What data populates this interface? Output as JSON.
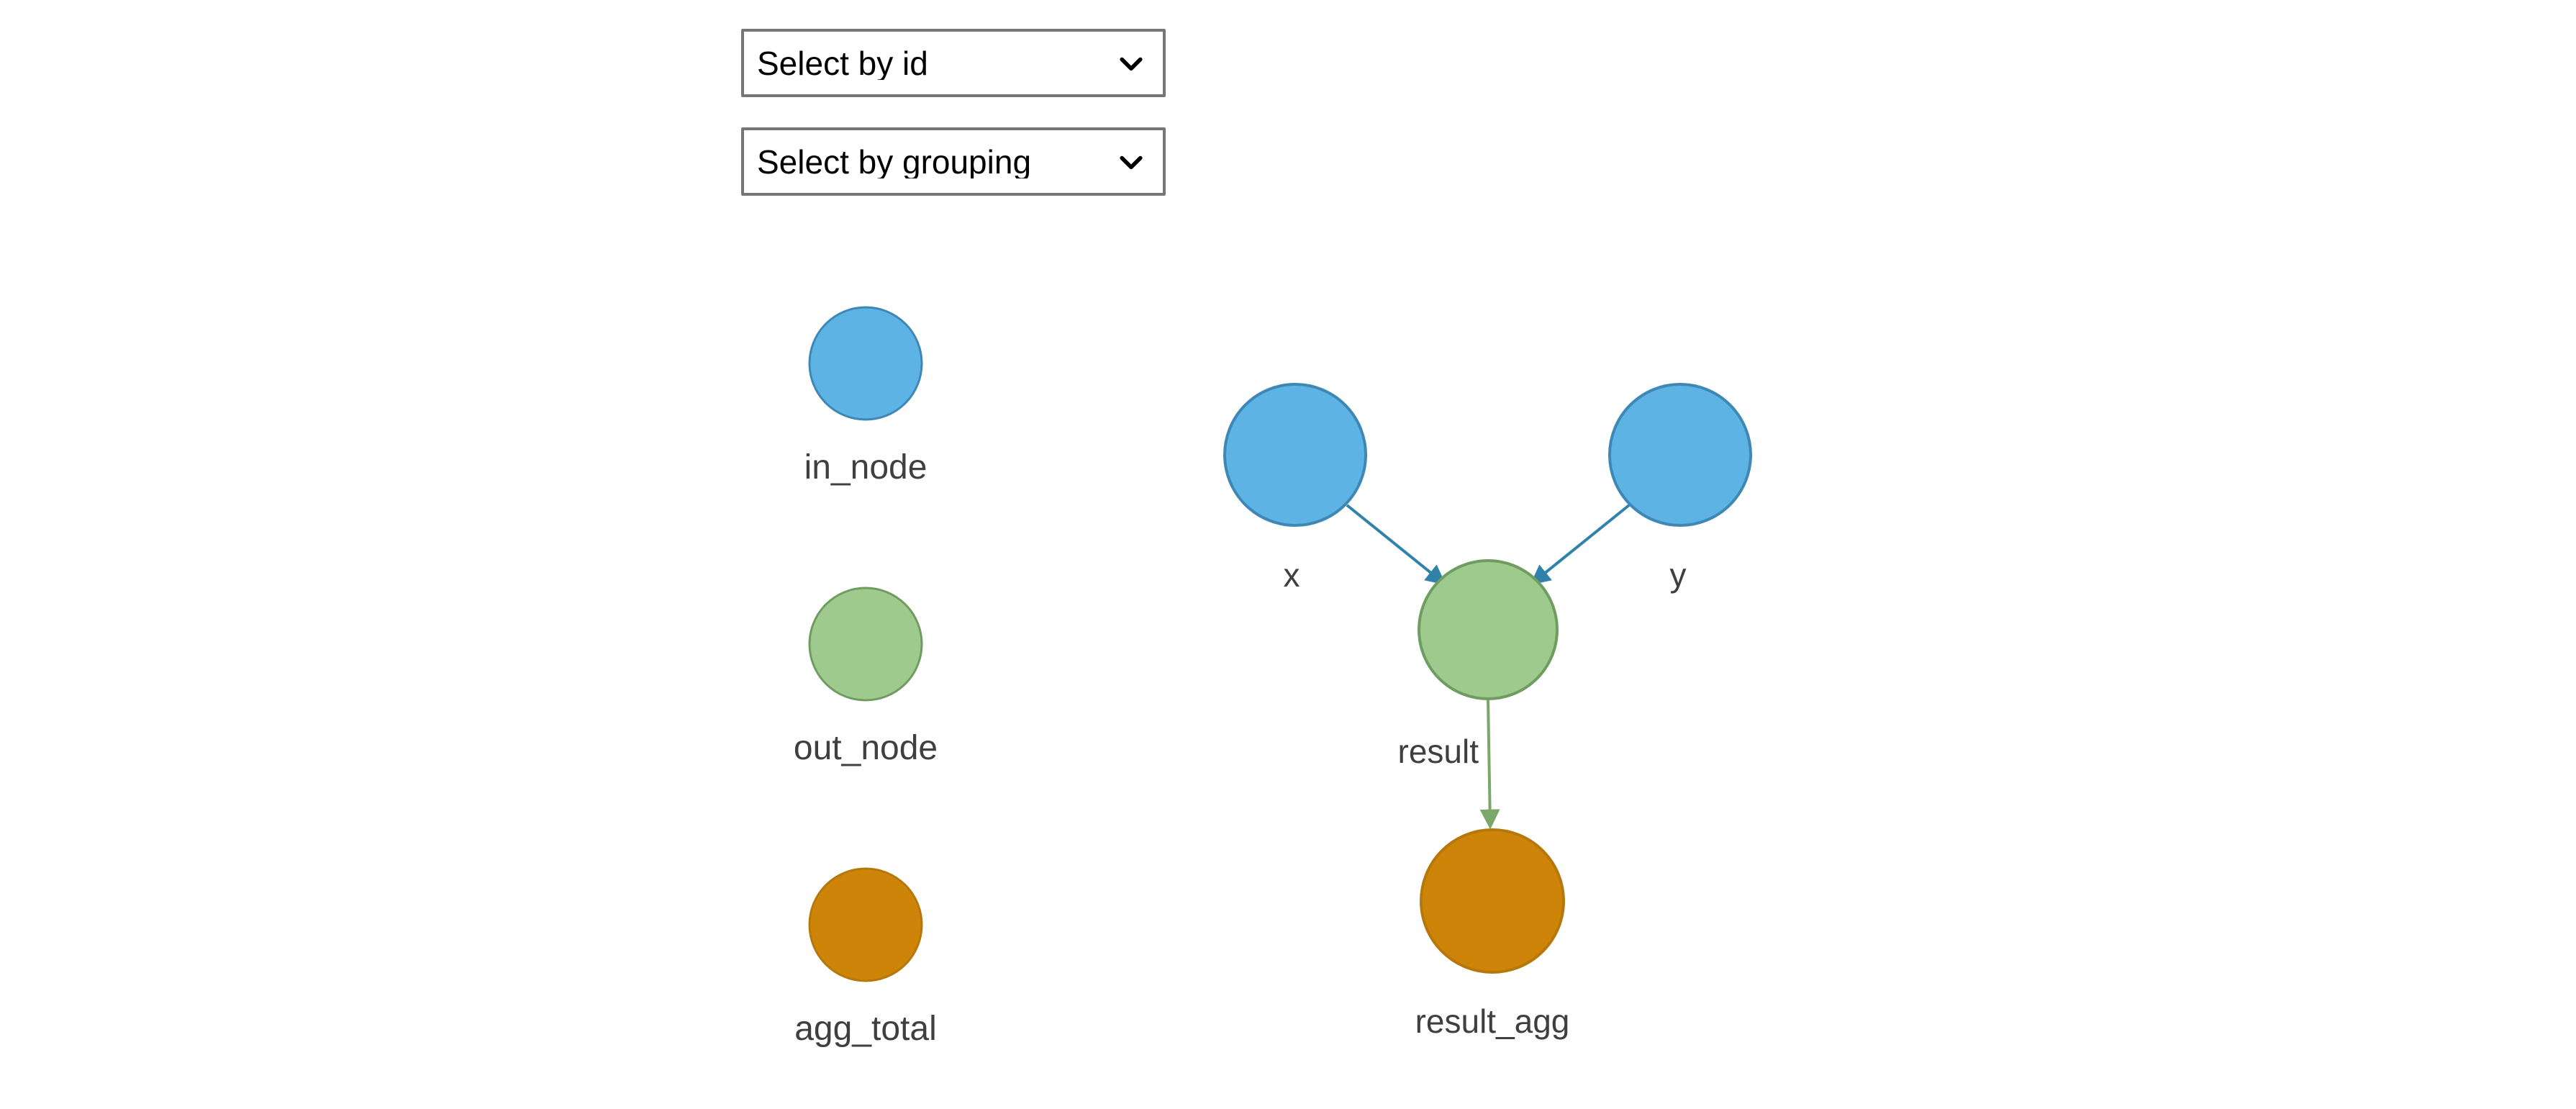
{
  "controls": {
    "selects": [
      {
        "name": "select-by-id",
        "value": "Select by id",
        "icon": "chevron-down-icon"
      },
      {
        "name": "select-by-grouping",
        "value": "Select by grouping",
        "icon": "chevron-down-icon"
      }
    ]
  },
  "legend": {
    "items": [
      {
        "label": "in_node",
        "color": "#5cb3e4",
        "stroke": "#3f87b5"
      },
      {
        "label": "out_node",
        "color": "#9ecb8d",
        "stroke": "#6f9c60"
      },
      {
        "label": "agg_total",
        "color": "#ce8409",
        "stroke": "#b5780a"
      }
    ]
  },
  "graph": {
    "nodes": [
      {
        "id": "x",
        "label": "x",
        "group": "in_node",
        "color": "#5cb3e4",
        "stroke": "#3f87b5"
      },
      {
        "id": "y",
        "label": "y",
        "group": "in_node",
        "color": "#5cb3e4",
        "stroke": "#3f87b5"
      },
      {
        "id": "result",
        "label": "result",
        "group": "out_node",
        "color": "#9ecb8d",
        "stroke": "#6f9c60"
      },
      {
        "id": "result_agg",
        "label": "result_agg",
        "group": "agg_total",
        "color": "#ce8409",
        "stroke": "#b5780a"
      }
    ],
    "edges": [
      {
        "from": "x",
        "to": "result",
        "color": "#3182ab"
      },
      {
        "from": "y",
        "to": "result",
        "color": "#3182ab"
      },
      {
        "from": "result",
        "to": "result_agg",
        "color": "#7ba86a",
        "label": "result"
      }
    ]
  },
  "colors": {
    "background": "#ffffff",
    "label_text": "#3f3f3f",
    "select_border": "#767676",
    "blue_node": "#5cb3e4",
    "green_node": "#9ecb8d",
    "orange_node": "#ce8409",
    "blue_edge": "#3182ab",
    "green_edge": "#7ba86a"
  }
}
